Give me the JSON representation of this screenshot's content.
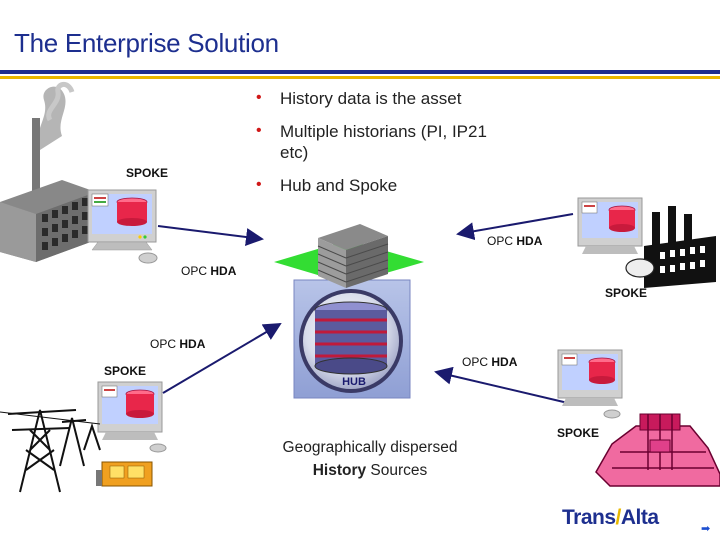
{
  "title": "The Enterprise Solution",
  "bullets": [
    "History data is the asset",
    "Multiple historians (PI, IP21 etc)",
    "Hub and Spoke"
  ],
  "hub_label": "HUB",
  "spoke_label": "SPOKE",
  "connection": {
    "prefix": "OPC",
    "bold": "HDA"
  },
  "caption": {
    "line1": "Geographically dispersed",
    "line2_bold": "History",
    "line2_rest": " Sources"
  },
  "logo": {
    "part1": "Trans",
    "part2": "Alta"
  },
  "colors": {
    "title_blue": "#1d2f8f",
    "accent_yellow": "#e8b800",
    "bullet_red": "#d01818",
    "hub_green": "#33dd33"
  },
  "icons": [
    "factory-icon",
    "workstation-icon",
    "server-stack-icon",
    "database-icon",
    "power-tower-icon",
    "industrial-plant-icon",
    "refinery-icon",
    "next-arrow-icon"
  ]
}
